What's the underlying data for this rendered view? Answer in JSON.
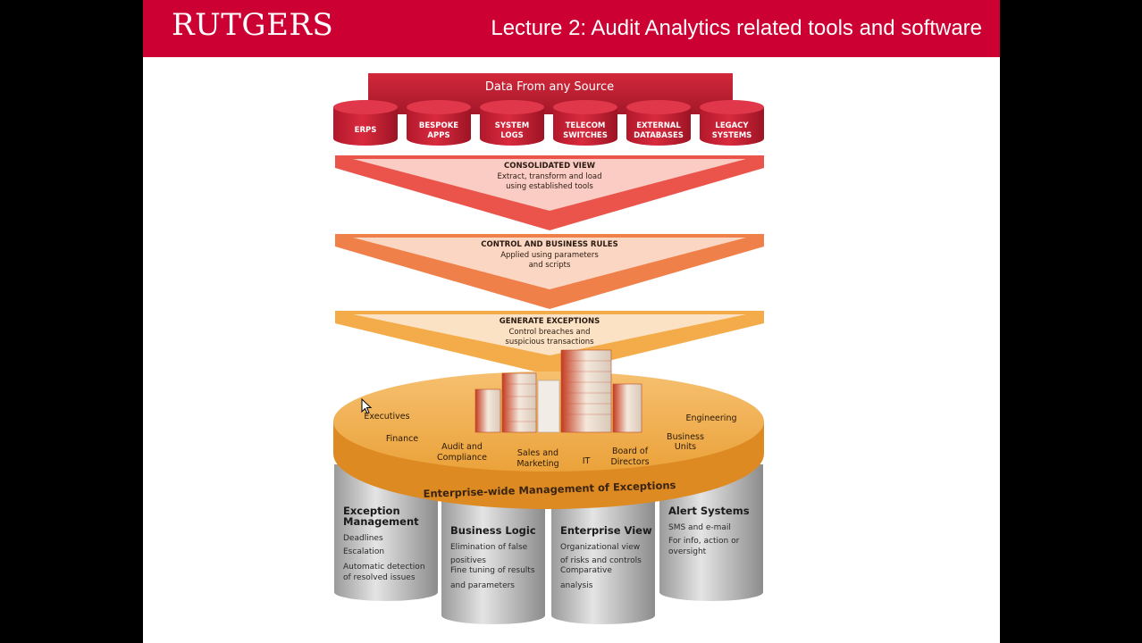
{
  "header": {
    "logo": "RUTGERS",
    "title": "Lecture 2: Audit Analytics related tools and software"
  },
  "diagram": {
    "source_banner": "Data From any Source",
    "sources": [
      {
        "line1": "ERPS",
        "line2": ""
      },
      {
        "line1": "BESPOKE",
        "line2": "APPS"
      },
      {
        "line1": "SYSTEM",
        "line2": "LOGS"
      },
      {
        "line1": "TELECOM",
        "line2": "SWITCHES"
      },
      {
        "line1": "EXTERNAL",
        "line2": "DATABASES"
      },
      {
        "line1": "LEGACY",
        "line2": "SYSTEMS"
      }
    ],
    "chevrons": [
      {
        "title": "CONSOLIDATED VIEW",
        "line1": "Extract, transform and load",
        "line2": "using established tools",
        "color": "#e8362c"
      },
      {
        "title": "CONTROL AND BUSINESS RULES",
        "line1": "Applied using parameters",
        "line2": "and scripts",
        "color": "#ec6a2a"
      },
      {
        "title": "GENERATE EXCEPTIONS",
        "line1": "Control breaches and",
        "line2": "suspicious transactions",
        "color": "#f29d2c"
      }
    ],
    "platform": {
      "rim_label": "Enterprise-wide Management of Exceptions",
      "color": "#f2a53a",
      "labels": {
        "executives": "Executives",
        "finance": "Finance",
        "audit1": "Audit and",
        "audit2": "Compliance",
        "sales1": "Sales and",
        "sales2": "Marketing",
        "it": "IT",
        "board1": "Board of",
        "board2": "Directors",
        "bu1": "Business",
        "bu2": "Units",
        "engineering": "Engineering"
      }
    },
    "pillars": [
      {
        "title1": "Exception",
        "title2": "Management",
        "items": [
          "Deadlines",
          "Escalation",
          "Automatic detection",
          "of resolved issues"
        ]
      },
      {
        "title1": "Business Logic",
        "title2": "",
        "items": [
          "Elimination of false",
          "positives",
          "Fine tuning of results",
          "and parameters"
        ]
      },
      {
        "title1": "Enterprise View",
        "title2": "",
        "items": [
          "Organizational view",
          "of risks and controls",
          "Comparative",
          "analysis"
        ]
      },
      {
        "title1": "Alert Systems",
        "title2": "",
        "items": [
          "SMS and e-mail",
          "For info, action or",
          "oversight",
          ""
        ]
      }
    ]
  }
}
